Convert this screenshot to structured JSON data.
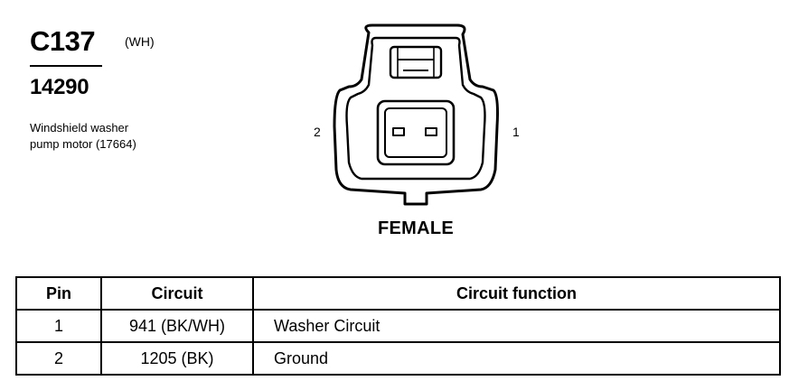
{
  "connector": {
    "id": "C137",
    "color_code": "(WH)",
    "part_number": "14290",
    "description": [
      "Windshield washer",
      "pump motor (17664)"
    ],
    "gender": "FEMALE",
    "pin_labels": {
      "left": "2",
      "right": "1"
    }
  },
  "pin_table": {
    "headers": {
      "pin": "Pin",
      "circuit": "Circuit",
      "function": "Circuit function"
    },
    "rows": [
      {
        "pin": "1",
        "circuit": "941 (BK/WH)",
        "function": "Washer Circuit"
      },
      {
        "pin": "2",
        "circuit": "1205 (BK)",
        "function": "Ground"
      }
    ]
  }
}
